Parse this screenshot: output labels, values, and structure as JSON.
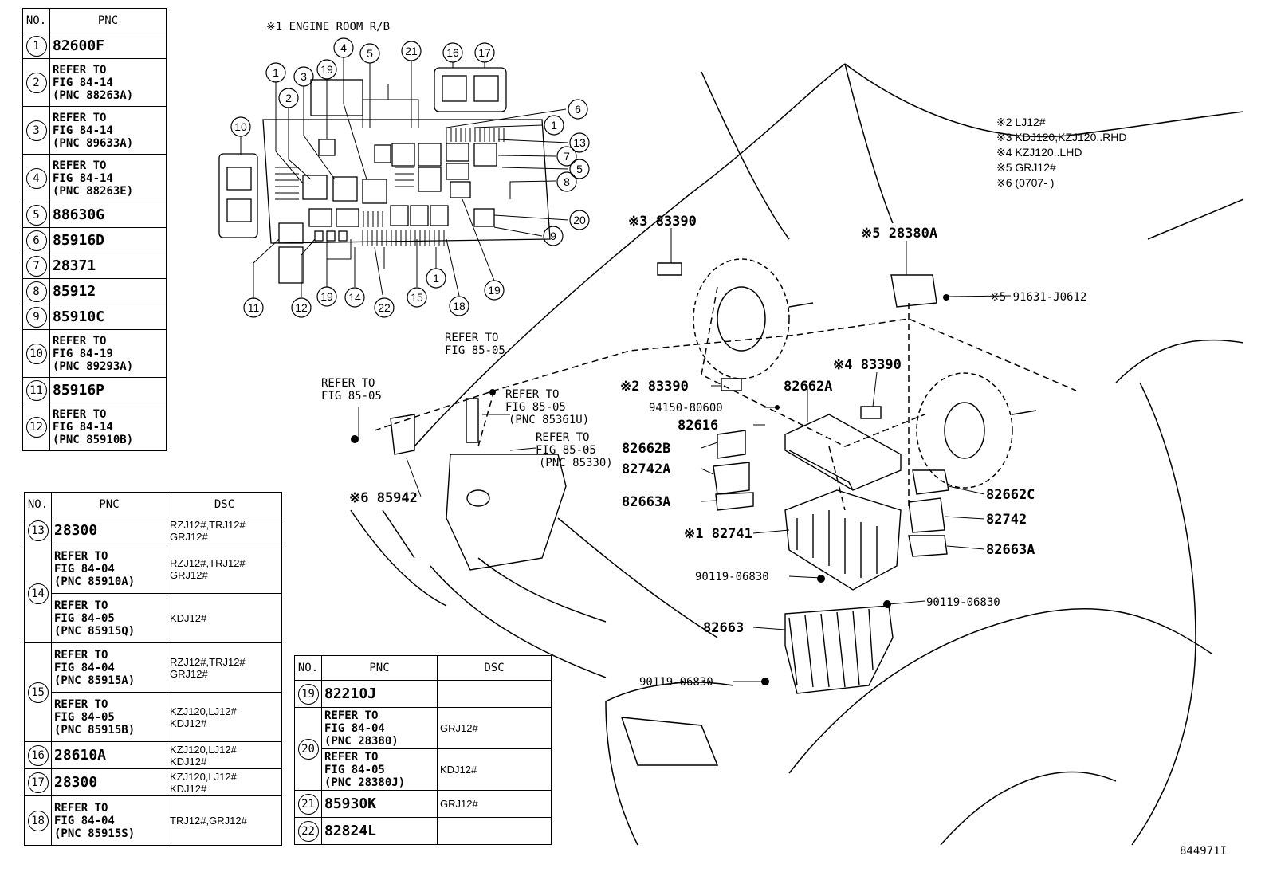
{
  "table1": {
    "headers": {
      "no": "NO.",
      "pnc": "PNC"
    },
    "rows": [
      {
        "no": "1",
        "pnc": "82600F"
      },
      {
        "no": "2",
        "pnc": "REFER TO\nFIG 84-14\n(PNC 88263A)"
      },
      {
        "no": "3",
        "pnc": "REFER TO\nFIG 84-14\n(PNC 89633A)"
      },
      {
        "no": "4",
        "pnc": "REFER TO\nFIG 84-14\n(PNC 88263E)"
      },
      {
        "no": "5",
        "pnc": "88630G"
      },
      {
        "no": "6",
        "pnc": "85916D"
      },
      {
        "no": "7",
        "pnc": "28371"
      },
      {
        "no": "8",
        "pnc": "85912"
      },
      {
        "no": "9",
        "pnc": "85910C"
      },
      {
        "no": "10",
        "pnc": "REFER TO\nFIG 84-19\n(PNC 89293A)"
      },
      {
        "no": "11",
        "pnc": "85916P"
      },
      {
        "no": "12",
        "pnc": "REFER TO\nFIG 84-14\n(PNC 85910B)"
      }
    ]
  },
  "table2": {
    "headers": {
      "no": "NO.",
      "pnc": "PNC",
      "dsc": "DSC"
    },
    "rows": [
      {
        "no": "13",
        "pnc": "28300",
        "dsc": "RZJ12#,TRJ12#\nGRJ12#"
      },
      {
        "no": "14",
        "pnc": "REFER TO\nFIG 84-04\n(PNC 85910A)",
        "dsc": "RZJ12#,TRJ12#\nGRJ12#"
      },
      {
        "no": "",
        "pnc": "REFER TO\nFIG 84-05\n(PNC 85915Q)",
        "dsc": "KDJ12#"
      },
      {
        "no": "15",
        "pnc": "REFER TO\nFIG 84-04\n(PNC 85915A)",
        "dsc": "RZJ12#,TRJ12#\nGRJ12#"
      },
      {
        "no": "",
        "pnc": "REFER TO\nFIG 84-05\n(PNC 85915B)",
        "dsc": "KZJ120,LJ12#\nKDJ12#"
      },
      {
        "no": "16",
        "pnc": "28610A",
        "dsc": "KZJ120,LJ12#\nKDJ12#"
      },
      {
        "no": "17",
        "pnc": "28300",
        "dsc": "KZJ120,LJ12#\nKDJ12#"
      },
      {
        "no": "18",
        "pnc": "REFER TO\nFIG 84-04\n(PNC 85915S)",
        "dsc": "TRJ12#,GRJ12#"
      }
    ]
  },
  "table3": {
    "headers": {
      "no": "NO.",
      "pnc": "PNC",
      "dsc": "DSC"
    },
    "rows": [
      {
        "no": "19",
        "pnc": "82210J",
        "dsc": ""
      },
      {
        "no": "20",
        "pnc": "REFER TO\nFIG 84-04\n(PNC 28380)",
        "dsc": "GRJ12#"
      },
      {
        "no": "",
        "pnc": "REFER TO\nFIG 84-05\n(PNC 28380J)",
        "dsc": "KDJ12#"
      },
      {
        "no": "21",
        "pnc": "85930K",
        "dsc": "GRJ12#"
      },
      {
        "no": "22",
        "pnc": "82824L",
        "dsc": ""
      }
    ]
  },
  "engine_room_title": "※1 ENGINE ROOM R/B",
  "notes": [
    "※2 LJ12#",
    "※3 KDJ120,KZJ120..RHD",
    "※4 KZJ120..LHD",
    "※5 GRJ12#",
    "※6 (0707-      )"
  ],
  "labels": {
    "p83390_3": "※3 83390",
    "p28380A": "※5 28380A",
    "p91631": "※5 91631-J0612",
    "p83390_4": "※4 83390",
    "p83390_2": "※2 83390",
    "p82662A": "82662A",
    "p94150": "94150-80600",
    "p82616": "82616",
    "p82662B": "82662B",
    "p82742A": "82742A",
    "p82663A_1": "82663A",
    "p82662C": "82662C",
    "p82742": "82742",
    "p82663A_2": "82663A",
    "p82741": "※1 82741",
    "p90119_1": "90119-06830",
    "p90119_2": "90119-06830",
    "p82663": "82663",
    "p90119_3": "90119-06830",
    "p85942": "※6 85942",
    "ref_85_05_a": "REFER TO\nFIG 85-05",
    "ref_85_05_b": "REFER TO\nFIG 85-05",
    "ref_85_05_c": "REFER TO\nFIG 85-05\n(PNC 85361U)",
    "ref_85_05_d": "REFER TO\nFIG 85-05\n(PNC 85330)"
  },
  "callouts": [
    "1",
    "2",
    "3",
    "4",
    "5",
    "19",
    "21",
    "16",
    "17",
    "6",
    "1",
    "13",
    "7",
    "5",
    "8",
    "20",
    "9",
    "10",
    "11",
    "12",
    "19",
    "14",
    "22",
    "15",
    "1",
    "18",
    "19"
  ],
  "figure_id": "844971I"
}
